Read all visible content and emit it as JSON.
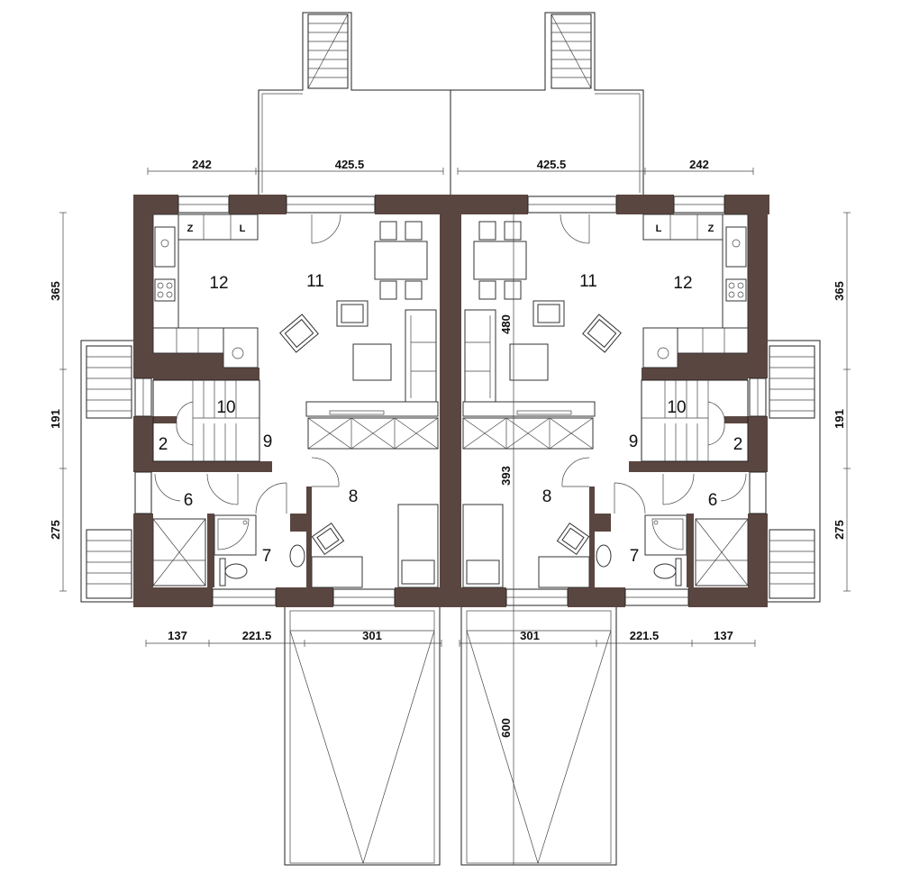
{
  "plan": {
    "dimensions": {
      "top_left_outer": "242",
      "top_left_inner": "425.5",
      "top_right_inner": "425.5",
      "top_right_outer": "242",
      "left_365": "365",
      "left_191": "191",
      "left_275": "275",
      "right_365": "365",
      "right_191": "191",
      "right_275": "275",
      "bottom_137_left": "137",
      "bottom_2215_left": "221.5",
      "bottom_301_left": "301",
      "bottom_301_right": "301",
      "bottom_2215_right": "221.5",
      "bottom_137_right": "137",
      "mid_480": "480",
      "mid_393": "393",
      "mid_600": "600"
    },
    "left_unit_rooms": {
      "r12": "12",
      "r11": "11",
      "r10": "10",
      "r9": "9",
      "r2": "2",
      "r6": "6",
      "r8": "8",
      "r7": "7"
    },
    "right_unit_rooms": {
      "r12": "12",
      "r11": "11",
      "r10": "10",
      "r9": "9",
      "r2": "2",
      "r6": "6",
      "r8": "8",
      "r7": "7"
    },
    "fixtures": {
      "z_left": "Z",
      "l_left": "L",
      "l_right": "L",
      "z_right": "Z"
    },
    "colors": {
      "wall": "#5a4640",
      "line": "#222222"
    }
  }
}
